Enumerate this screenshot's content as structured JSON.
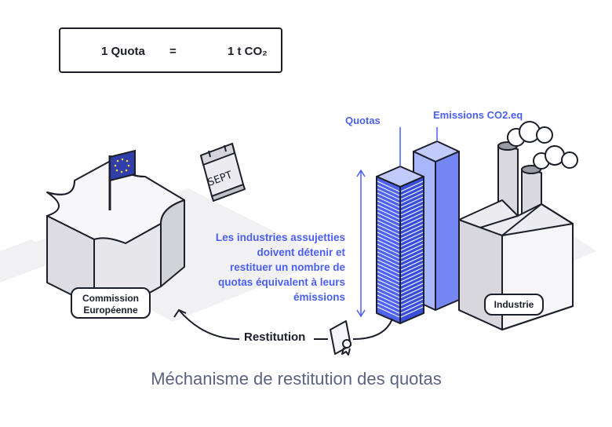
{
  "legend": {
    "left_text": "1 Quota",
    "equals": "=",
    "right_text": "1 t CO₂"
  },
  "labels": {
    "quotas": "Quotas",
    "emissions": "Emissions CO2.eq",
    "paragraph_lines": [
      "Les industries assujetties",
      "doivent détenir et",
      "restituer un nombre de",
      "quotas équivalent à leurs",
      "émissions"
    ],
    "commission_lines": [
      "Commission",
      "Européenne"
    ],
    "industrie": "Industrie",
    "restitution": "Restitution",
    "calendar_month": "SEPT"
  },
  "caption": "Méchanisme de restitution des quotas",
  "colors": {
    "accent_blue": "#4a5ff0",
    "light_blue": "#8a9af5",
    "outline": "#1c1f2a",
    "building_gray": "#e8e8ec",
    "caption_gray": "#5b6380"
  }
}
